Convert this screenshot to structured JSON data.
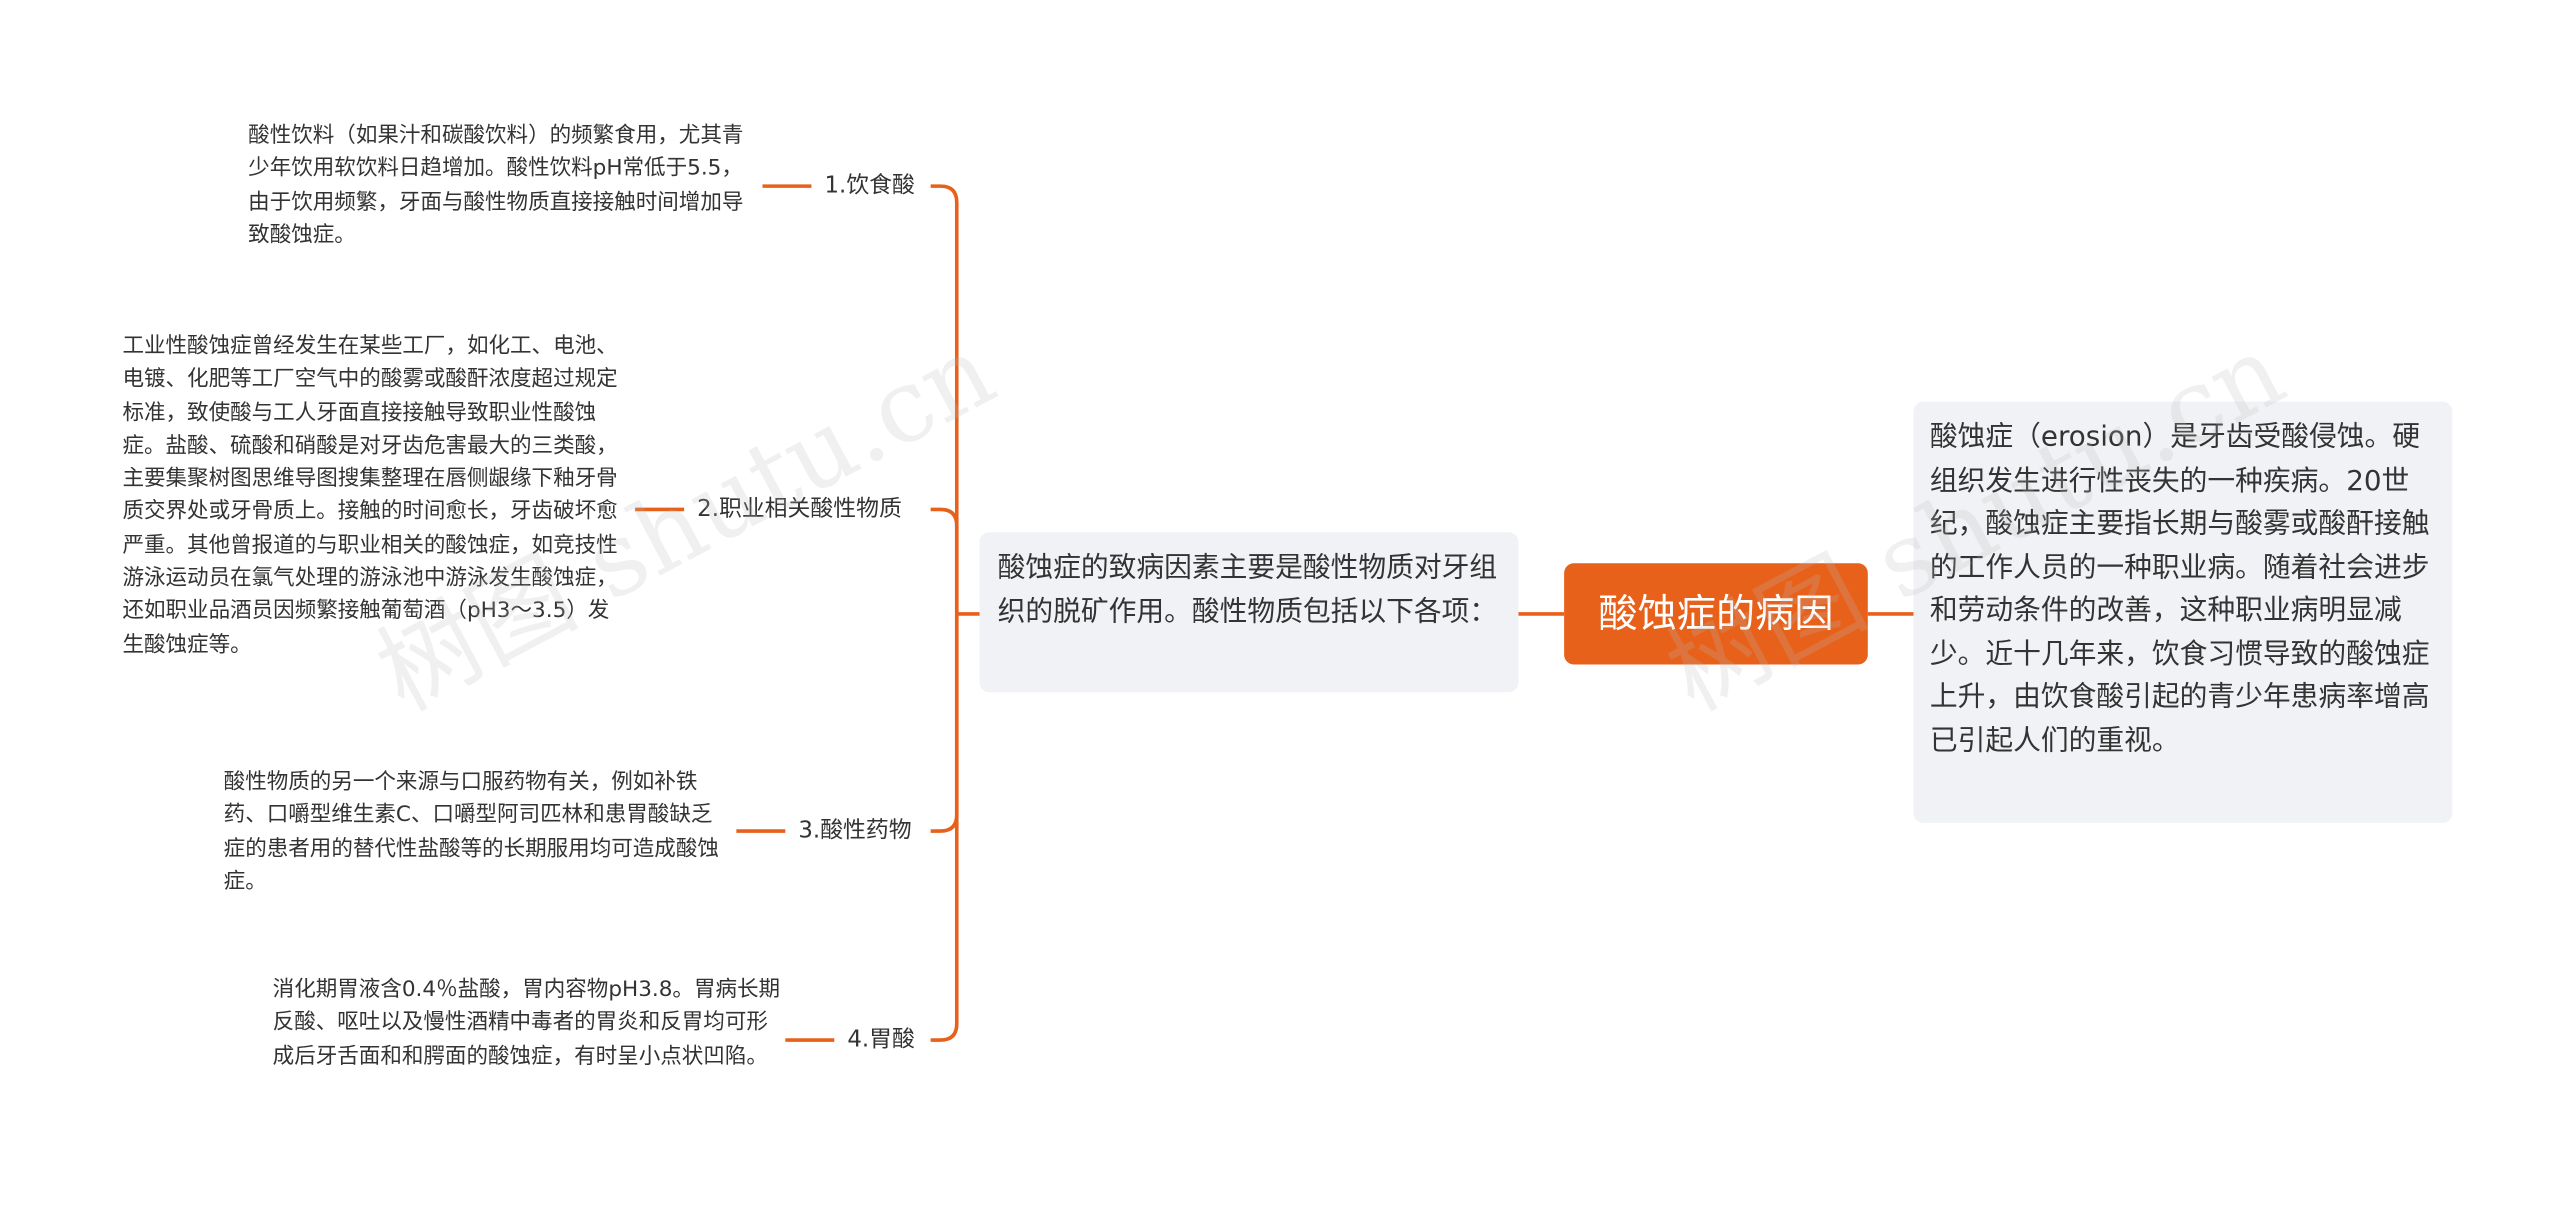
{
  "root": {
    "title": "酸蚀症的病因"
  },
  "summary": {
    "text": "酸蚀症的致病因素主要是酸性物质对牙组织的脱矿作用。酸性物质包括以下各项："
  },
  "description": {
    "text": "酸蚀症（erosion）是牙齿受酸侵蚀。硬组织发生进行性丧失的一种疾病。20世纪，酸蚀症主要指长期与酸雾或酸酐接触的工作人员的一种职业病。随着社会进步和劳动条件的改善，这种职业病明显减少。近十几年来，饮食习惯导致的酸蚀症上升，由饮食酸引起的青少年患病率增高已引起人们的重视。"
  },
  "branches": [
    {
      "label": "1.饮食酸",
      "detail": "酸性饮料（如果汁和碳酸饮料）的频繁食用，尤其青少年饮用软饮料日趋增加。酸性饮料pH常低于5.5，由于饮用频繁，牙面与酸性物质直接接触时间增加导致酸蚀症。"
    },
    {
      "label": "2.职业相关酸性物质",
      "detail": "工业性酸蚀症曾经发生在某些工厂，如化工、电池、电镀、化肥等工厂空气中的酸雾或酸酐浓度超过规定标准，致使酸与工人牙面直接接触导致职业性酸蚀症。盐酸、硫酸和硝酸是对牙齿危害最大的三类酸，主要集聚树图思维导图搜集整理在唇侧龈缘下釉牙骨质交界处或牙骨质上。接触的时间愈长，牙齿破坏愈严重。其他曾报道的与职业相关的酸蚀症，如竞技性游泳运动员在氯气处理的游泳池中游泳发生酸蚀症，还如职业品酒员因频繁接触葡萄酒（pH3～3.5）发生酸蚀症等。"
    },
    {
      "label": "3.酸性药物",
      "detail": "酸性物质的另一个来源与口服药物有关，例如补铁药、口嚼型维生素C、口嚼型阿司匹林和患胃酸缺乏症的患者用的替代性盐酸等的长期服用均可造成酸蚀症。"
    },
    {
      "label": "4.胃酸",
      "detail": "消化期胃液含0.4％盐酸，胃内容物pH3.8。胃病长期反酸、呕吐以及慢性酒精中毒者的胃炎和反胃均可形成后牙舌面和和腭面的酸蚀症，有时呈小点状凹陷。"
    }
  ],
  "watermarks": [
    "树图 shutu.cn",
    "树图 shutu.cn"
  ],
  "colors": {
    "accent": "#e8611a",
    "panel": "#f0f2f5",
    "text": "#333333"
  }
}
